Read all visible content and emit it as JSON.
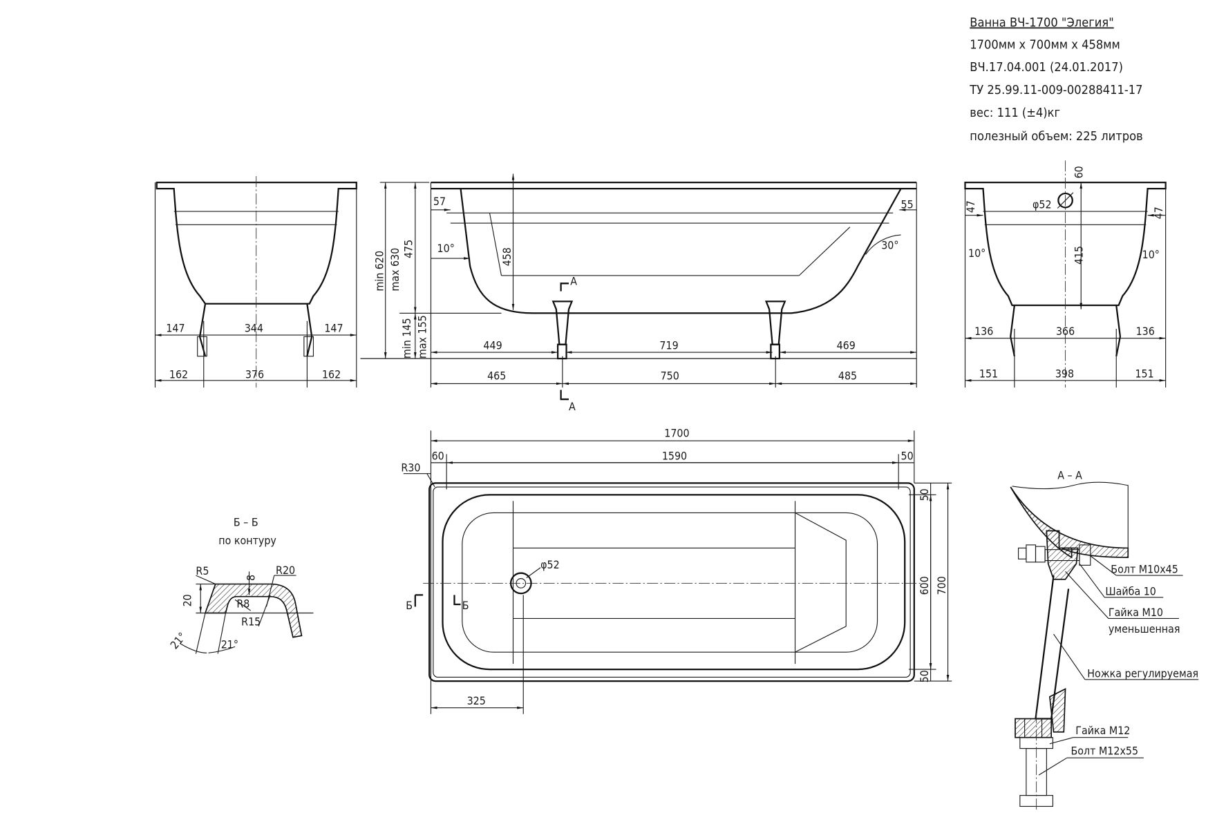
{
  "title_block": {
    "name": "Ванна ВЧ-1700 \"Элегия\"",
    "size": "1700мм х 700мм х 458мм",
    "doc_number": "ВЧ.17.04.001 (24.01.2017)",
    "spec": "ТУ 25.99.11-009-00288411-17",
    "weight": "вес: 111 (±4)кг",
    "volume": "полезный объем: 225 литров"
  },
  "left_view": {
    "dims_top": [
      "147",
      "344",
      "147"
    ],
    "dims_bottom": [
      "162",
      "376",
      "162"
    ]
  },
  "side_view": {
    "height_total": "min 620",
    "height_total_max": "max 630",
    "height_body": "475",
    "leg_height_min": "min 145",
    "leg_height_max": "max 155",
    "rim_left": "57",
    "rim_right": "55",
    "depth": "458",
    "angle_left": "10°",
    "angle_right": "30°",
    "dims_top": [
      "449",
      "719",
      "469"
    ],
    "dims_bottom": [
      "465",
      "750",
      "485"
    ],
    "section_mark": "А"
  },
  "right_view": {
    "rim_left": "47",
    "rim_right": "47",
    "top_offset": "60",
    "overflow_diameter": "φ52",
    "height": "415",
    "angle_left": "10°",
    "angle_right": "10°",
    "dims_top": [
      "136",
      "366",
      "136"
    ],
    "dims_bottom": [
      "151",
      "398",
      "151"
    ]
  },
  "top_view": {
    "length": "1700",
    "inner_dims": [
      "60",
      "1590",
      "50"
    ],
    "corner_radius": "R30",
    "width_dims": [
      "50",
      "600",
      "50"
    ],
    "width_total": "700",
    "drain_offset": "325",
    "drain_diameter": "φ52",
    "section_mark": "Б"
  },
  "section_bb": {
    "title": "Б – Б",
    "subtitle": "по контуру",
    "labels": [
      "R5",
      "R20",
      "8",
      "20",
      "R8",
      "R15",
      "21°",
      "21°"
    ]
  },
  "section_aa": {
    "title": "А – А",
    "callouts": [
      "Болт М10х45",
      "Шайба 10",
      "Гайка М10",
      "уменьшенная",
      "Ножка регулируемая",
      "Гайка М12",
      "Болт М12х55"
    ]
  }
}
